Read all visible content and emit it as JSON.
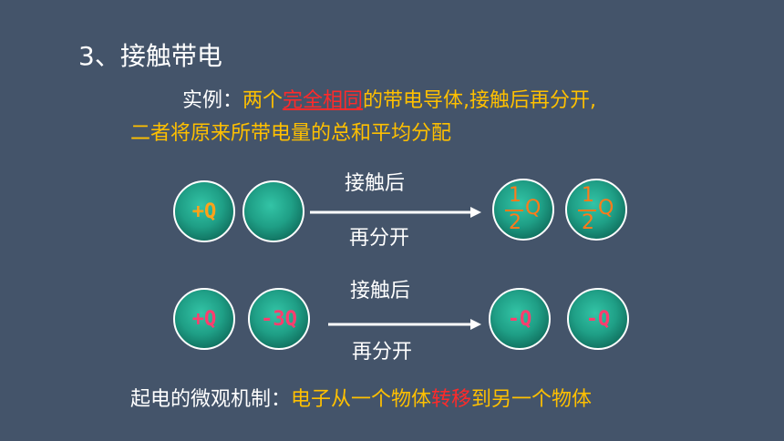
{
  "title": "3、接触带电",
  "example": {
    "prefix": "实例：",
    "part1": "两个",
    "highlight": "完全相同",
    "part2": "的带电导体,接触后再分开,",
    "line2": "二者将原来所带电量的总和平均分配"
  },
  "row1": {
    "ball1": "+Q",
    "ball2": "",
    "arrow_top": "接触后",
    "arrow_bottom": "再分开",
    "result1": {
      "num": "1",
      "den": "2",
      "unit": "Q"
    },
    "result2": {
      "num": "1",
      "den": "2",
      "unit": "Q"
    }
  },
  "row2": {
    "ball1": "+Q",
    "ball2": "-3Q",
    "arrow_top": "接触后",
    "arrow_bottom": "再分开",
    "result1": "-Q",
    "result2": "-Q"
  },
  "mechanism": {
    "label": "起电的微观机制：",
    "part1": "电子从一个物体",
    "highlight": "转移",
    "part2": "到另一个物体"
  },
  "colors": {
    "background": "#44546a",
    "accent_yellow": "#ffc000",
    "accent_red": "#ff2a2a",
    "charge_orange": "#ffa21a",
    "charge_pink": "#ff3d6e",
    "ball_green": "#1f9f86"
  }
}
